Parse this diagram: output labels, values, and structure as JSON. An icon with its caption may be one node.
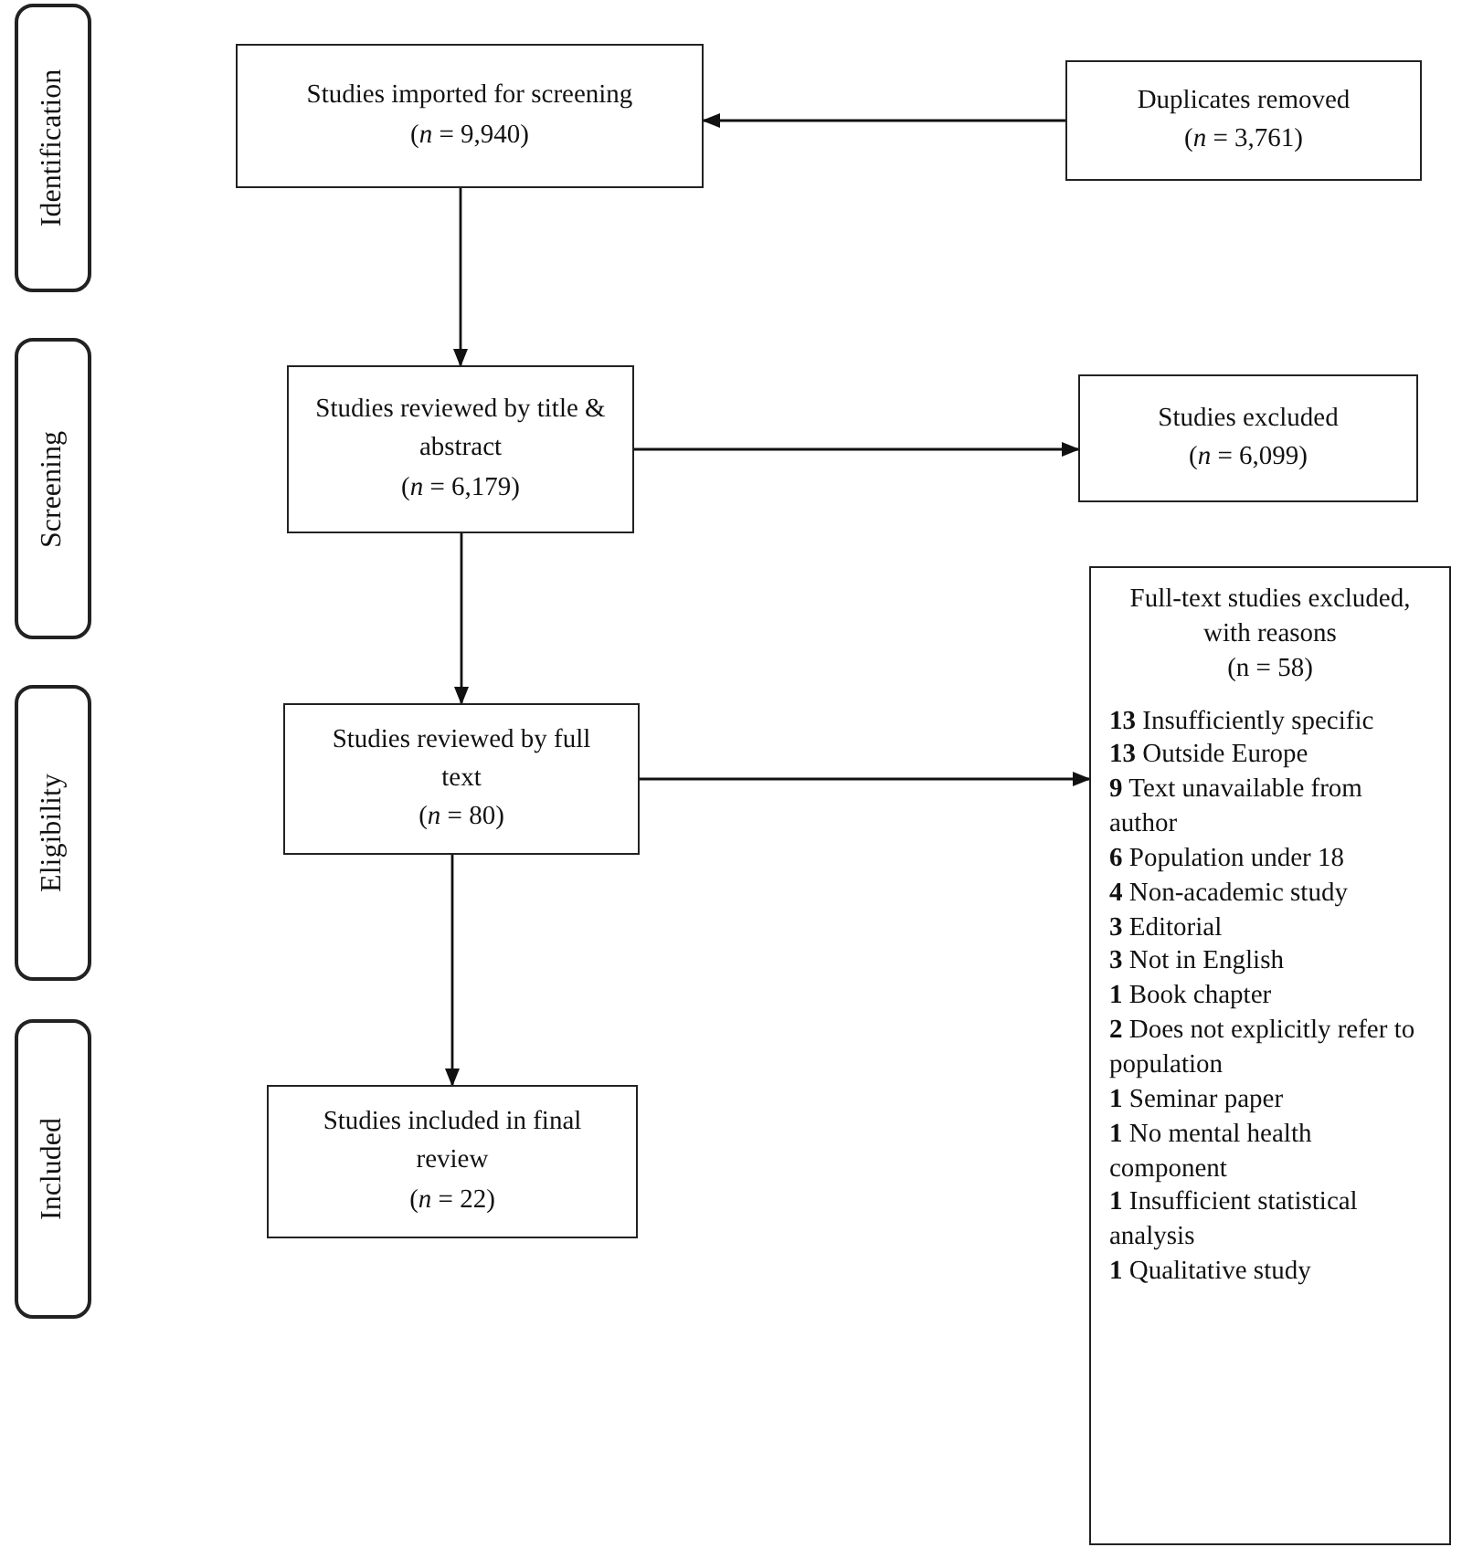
{
  "diagram": {
    "nodes": [
      {
        "text": [
          "Identification"
        ]
      },
      {
        "text": [
          "Screening"
        ]
      },
      {
        "text": [
          "Eligibility"
        ]
      },
      {
        "text": [
          "Included"
        ]
      },
      {
        "text": [
          "Studies imported for screening",
          "(*n* = 9,940)"
        ]
      },
      {
        "text": [
          "Duplicates removed",
          "(*n* = 3,761)"
        ]
      },
      {
        "text": [
          "Studies reviewed by title & abstract",
          "(*n* = 6,179)"
        ]
      },
      {
        "text": [
          "Studies excluded",
          "(*n* = 6,099)"
        ]
      },
      {
        "text": [
          "Studies reviewed by full text",
          "(*n* = 80)"
        ]
      },
      {
        "text": [
          "Full-text studies excluded, with reasons",
          "(n = 58)",
          "**13** Insufficiently specific",
          "**13** Outside Europe",
          "**9** Text unavailable from author",
          "**6** Population under 18",
          "**4** Non-academic study",
          "**3** Editorial",
          "**3** Not in English",
          "**1** Book chapter",
          "**2** Does not explicitly refer to population",
          "**1** Seminar paper",
          "**1** No mental health component",
          "**1** Insufficient statistical analysis",
          "**1** Qualitative study"
        ]
      },
      {
        "text": [
          "Studies included in final review",
          "(*n* = 22)"
        ]
      }
    ],
    "edges": [
      {
        "from": 5,
        "to": 4,
        "arrow": "to"
      },
      {
        "from": 4,
        "to": 6,
        "arrow": "to"
      },
      {
        "from": 6,
        "to": 7,
        "arrow": "to"
      },
      {
        "from": 6,
        "to": 8,
        "arrow": "to"
      },
      {
        "from": 8,
        "to": 9,
        "arrow": "to"
      },
      {
        "from": 8,
        "to": 10,
        "arrow": "to"
      }
    ]
  }
}
